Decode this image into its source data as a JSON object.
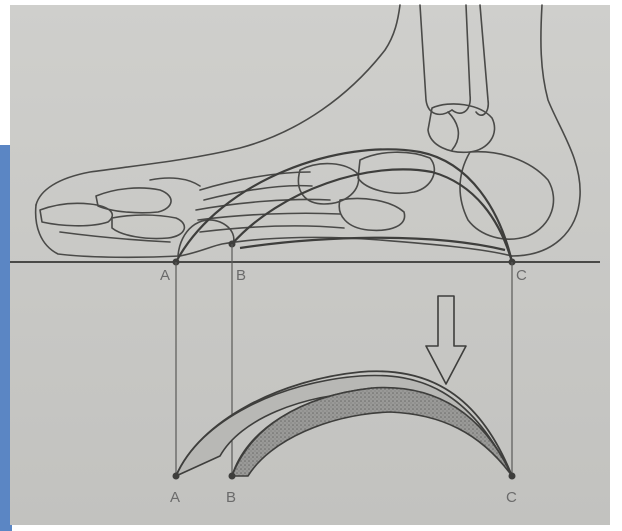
{
  "diagram": {
    "colors": {
      "paper": "#c9c9c6",
      "ink": "#4a4a48",
      "blue_edge": "#5b86c4",
      "hatch": "#8c8c8a"
    },
    "icons": [
      "foot-skeleton",
      "down-arrow"
    ],
    "top_labels": {
      "a": "A",
      "b": "B",
      "c": "C"
    },
    "bottom_labels": {
      "a": "A",
      "b": "B",
      "c": "C"
    }
  }
}
